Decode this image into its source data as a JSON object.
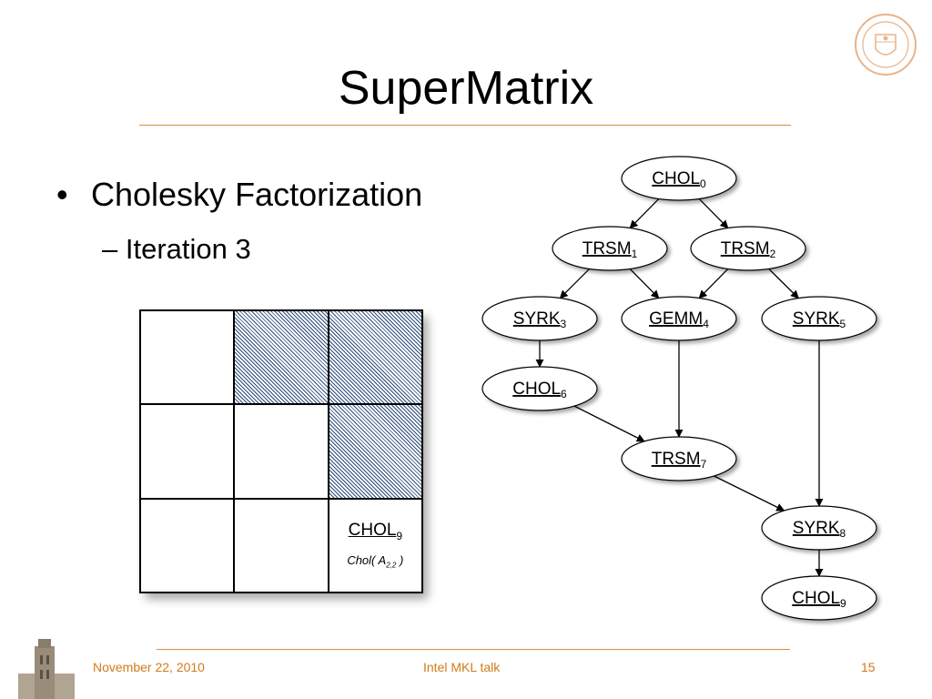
{
  "slide": {
    "title": "SuperMatrix",
    "bullet": "Cholesky Factorization",
    "subbullet": "– Iteration 3"
  },
  "matrix": {
    "grid": [
      [
        {
          "shaded": false
        },
        {
          "shaded": true
        },
        {
          "shaded": true
        }
      ],
      [
        {
          "shaded": false
        },
        {
          "shaded": false
        },
        {
          "shaded": true
        }
      ],
      [
        {
          "shaded": false
        },
        {
          "shaded": false
        },
        {
          "shaded": false,
          "label": "CHOL",
          "label_sub": "9",
          "formula": "Chol( A",
          "formula_sub": "2,2",
          "formula_end": " )"
        }
      ]
    ]
  },
  "dag": {
    "nodes": [
      {
        "id": "chol0",
        "label": "CHOL",
        "sub": "0"
      },
      {
        "id": "trsm1",
        "label": "TRSM",
        "sub": "1"
      },
      {
        "id": "trsm2",
        "label": "TRSM",
        "sub": "2"
      },
      {
        "id": "syrk3",
        "label": "SYRK",
        "sub": "3"
      },
      {
        "id": "gemm4",
        "label": "GEMM",
        "sub": "4"
      },
      {
        "id": "syrk5",
        "label": "SYRK",
        "sub": "5"
      },
      {
        "id": "chol6",
        "label": "CHOL",
        "sub": "6"
      },
      {
        "id": "trsm7",
        "label": "TRSM",
        "sub": "7"
      },
      {
        "id": "syrk8",
        "label": "SYRK",
        "sub": "8"
      },
      {
        "id": "chol9",
        "label": "CHOL",
        "sub": "9"
      }
    ],
    "edges": [
      [
        "chol0",
        "trsm1"
      ],
      [
        "chol0",
        "trsm2"
      ],
      [
        "trsm1",
        "syrk3"
      ],
      [
        "trsm1",
        "gemm4"
      ],
      [
        "trsm2",
        "gemm4"
      ],
      [
        "trsm2",
        "syrk5"
      ],
      [
        "syrk3",
        "chol6"
      ],
      [
        "gemm4",
        "trsm7"
      ],
      [
        "chol6",
        "trsm7"
      ],
      [
        "syrk5",
        "syrk8"
      ],
      [
        "trsm7",
        "syrk8"
      ],
      [
        "syrk8",
        "chol9"
      ]
    ]
  },
  "footer": {
    "date": "November 22, 2010",
    "center": "Intel MKL talk",
    "page": "15"
  },
  "icons": {
    "top_right": "university-seal-icon",
    "bottom_left": "tower-photo-icon"
  },
  "colors": {
    "accent": "#d98c45",
    "footer_text": "#d27a1a",
    "hatch": "#2c4a7a"
  }
}
